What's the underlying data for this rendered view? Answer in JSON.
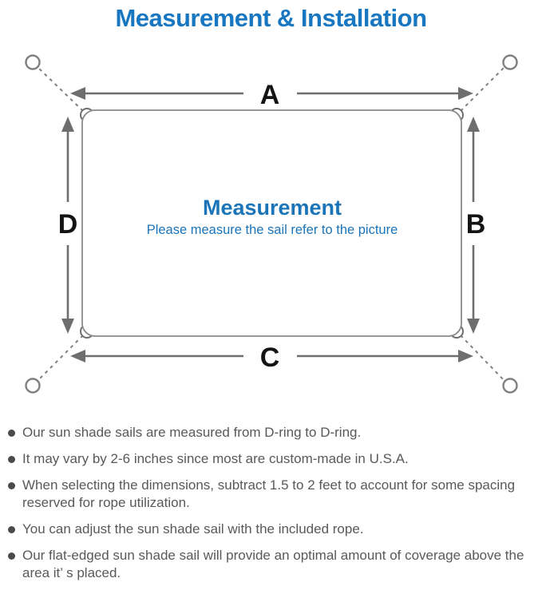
{
  "header": {
    "title": "Measurement & Installation"
  },
  "diagram": {
    "labels": {
      "top": "A",
      "right": "B",
      "bottom": "C",
      "left": "D"
    },
    "center_title": "Measurement",
    "center_subtitle": "Please measure the sail refer to the picture",
    "colors": {
      "accent_blue": "#1877c0",
      "center_text_blue": "#1b74b8",
      "outline_gray": "#8a8a8a",
      "arrow_gray": "#6e6e6e",
      "dash_gray": "#808080",
      "label_black": "#141414"
    }
  },
  "notes": {
    "items": [
      "Our sun shade sails are measured from D-ring to D-ring.",
      "It may vary by 2-6 inches since most are custom-made in U.S.A.",
      "When selecting the dimensions, subtract 1.5 to 2 feet to account for some spacing reserved for rope utilization.",
      "You can adjust the sun shade sail with the included rope.",
      "Our flat-edged sun shade sail will provide an optimal amount of coverage above the area it’ s placed."
    ],
    "text_color": "#595959",
    "bullet_color": "#4a4a4a"
  }
}
